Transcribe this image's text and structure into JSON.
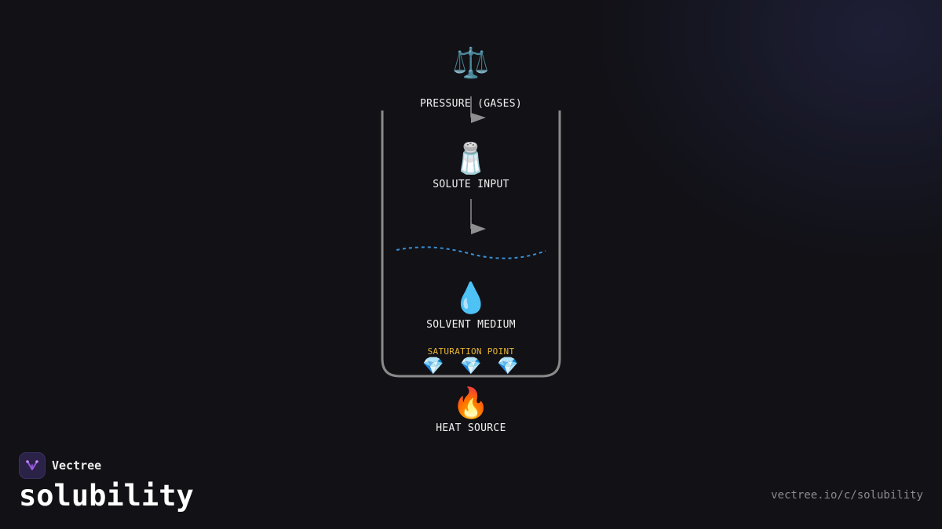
{
  "diagram": {
    "nodes": {
      "pressure": {
        "icon": "balance-scale-icon",
        "glyph": "⚖️",
        "label": "PRESSURE (GASES)"
      },
      "solute": {
        "icon": "salt-shaker-icon",
        "glyph": "🧂",
        "label": "SOLUTE INPUT"
      },
      "solvent": {
        "icon": "droplet-icon",
        "glyph": "💧",
        "label": "SOLVENT MEDIUM"
      },
      "saturation": {
        "icon": "gem-icon",
        "glyph": "💎",
        "label": "SATURATION POINT"
      },
      "heat": {
        "icon": "fire-icon",
        "glyph": "🔥",
        "label": "HEAT SOURCE"
      }
    },
    "colors": {
      "beaker": "#8a8a8a",
      "arrow": "#8f8f8f",
      "liquid_surface": "#3a8fd4",
      "saturation_label": "#e8b531",
      "background": "#111116"
    }
  },
  "footer": {
    "brand_name": "Vectree",
    "page_title": "solubility",
    "url": "vectree.io/c/solubility"
  }
}
